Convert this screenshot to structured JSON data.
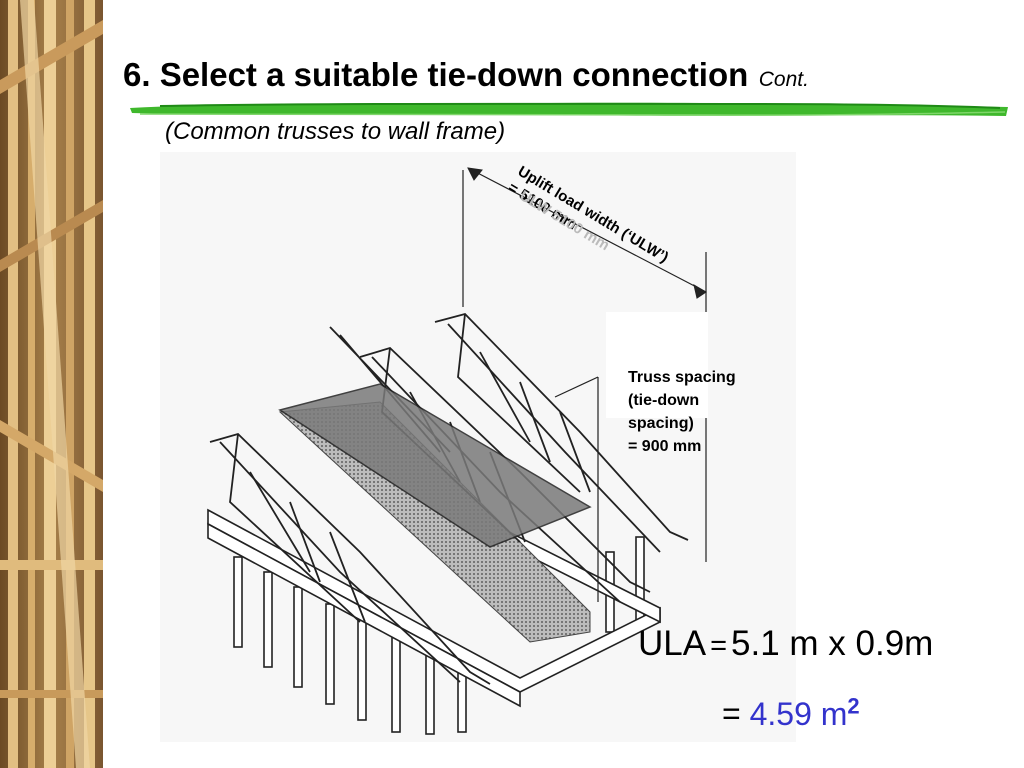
{
  "slide": {
    "title": "6. Select a suitable tie-down connection",
    "title_suffix": "Cont.",
    "subtitle": "(Common trusses to wall frame)",
    "accent_color": "#33aa22"
  },
  "diagram": {
    "ulw_line1": "Uplift load width (‘ULW’)",
    "ulw_line2": "= 5100 mm",
    "ulw_ghost": "ULW 5100 mm",
    "spacing_line1": "Truss spacing",
    "spacing_line2": "(tie-down",
    "spacing_line3": "spacing)",
    "spacing_line4": "= 900 mm"
  },
  "equation": {
    "lhs": "ULA",
    "rhs_prefix": "=",
    "rhs": "5.1 m x 0.9m",
    "result_prefix": "=",
    "result": "4.59 m",
    "result_exp": "2",
    "result_color": "#3333cc"
  }
}
